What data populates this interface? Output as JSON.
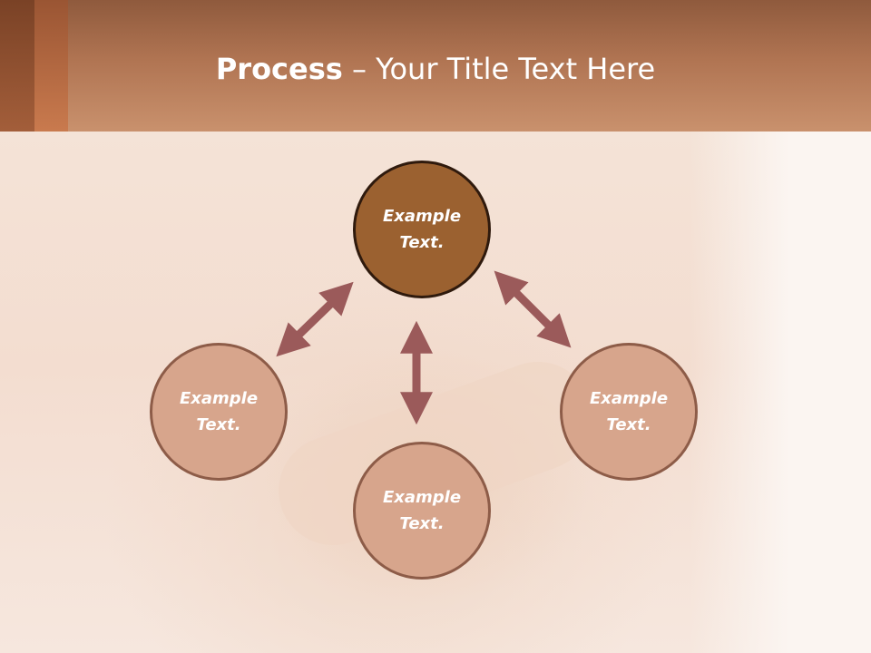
{
  "header": {
    "title_bold": "Process",
    "title_rest": " – Your Title Text Here"
  },
  "colors": {
    "header": "#b07452",
    "accent_dark": "#7a4226",
    "accent_light": "#c97a4e",
    "top_circle": "#9b6130",
    "top_circle_border": "#2f1a0d",
    "circle": "#d7a58c",
    "circle_border": "#8d5c48",
    "arrow": "#9b5a5a"
  },
  "diagram": {
    "nodes": [
      {
        "id": "top",
        "line1": "Example",
        "line2": "Text."
      },
      {
        "id": "left",
        "line1": "Example",
        "line2": "Text."
      },
      {
        "id": "right",
        "line1": "Example",
        "line2": "Text."
      },
      {
        "id": "bottom",
        "line1": "Example",
        "line2": "Text."
      }
    ],
    "arrows": [
      {
        "from": "top",
        "to": "left",
        "type": "double-headed"
      },
      {
        "from": "top",
        "to": "right",
        "type": "double-headed"
      },
      {
        "from": "top",
        "to": "bottom",
        "type": "double-headed"
      }
    ]
  }
}
